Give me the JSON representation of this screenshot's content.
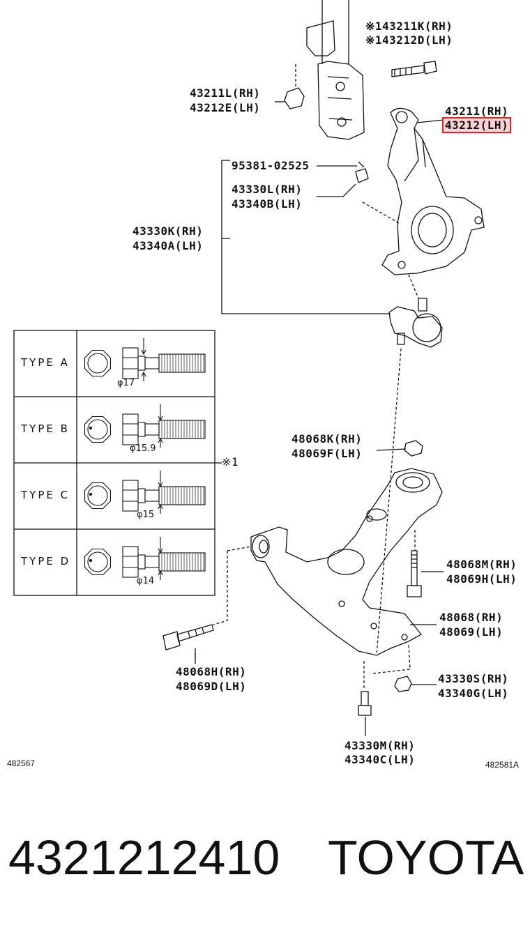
{
  "labels": {
    "p43211k": "※143211K(RH)",
    "p43212d": "※143212D(LH)",
    "p43211l": "43211L(RH)",
    "p43212e": "43212E(LH)",
    "p43211": "43211(RH)",
    "p43212": "43212(LH)",
    "p95381": "95381-02525",
    "p43330l": "43330L(RH)",
    "p43340b": "43340B(LH)",
    "p43330k": "43330K(RH)",
    "p43340a": "43340A(LH)",
    "p48068k": "48068K(RH)",
    "p48069f": "48069F(LH)",
    "ref1": "※1",
    "p48068m": "48068M(RH)",
    "p48069h": "48069H(LH)",
    "p48068": "48068(RH)",
    "p48069": "48069(LH)",
    "p48068h": "48068H(RH)",
    "p48069d": "48069D(LH)",
    "p43330s": "43330S(RH)",
    "p43340g": "43340G(LH)",
    "p43330m": "43330M(RH)",
    "p43340c": "43340C(LH)"
  },
  "types": [
    {
      "name": "TYPE A",
      "diameter": "φ17"
    },
    {
      "name": "TYPE B",
      "diameter": "φ15.9"
    },
    {
      "name": "TYPE C",
      "diameter": "φ15"
    },
    {
      "name": "TYPE D",
      "diameter": "φ14"
    }
  ],
  "codes": {
    "left": "482567",
    "right": "482581A"
  },
  "footer": {
    "part_number": "4321212410",
    "brand": "TOYOTA"
  },
  "highlight_color": "#d42a2a"
}
